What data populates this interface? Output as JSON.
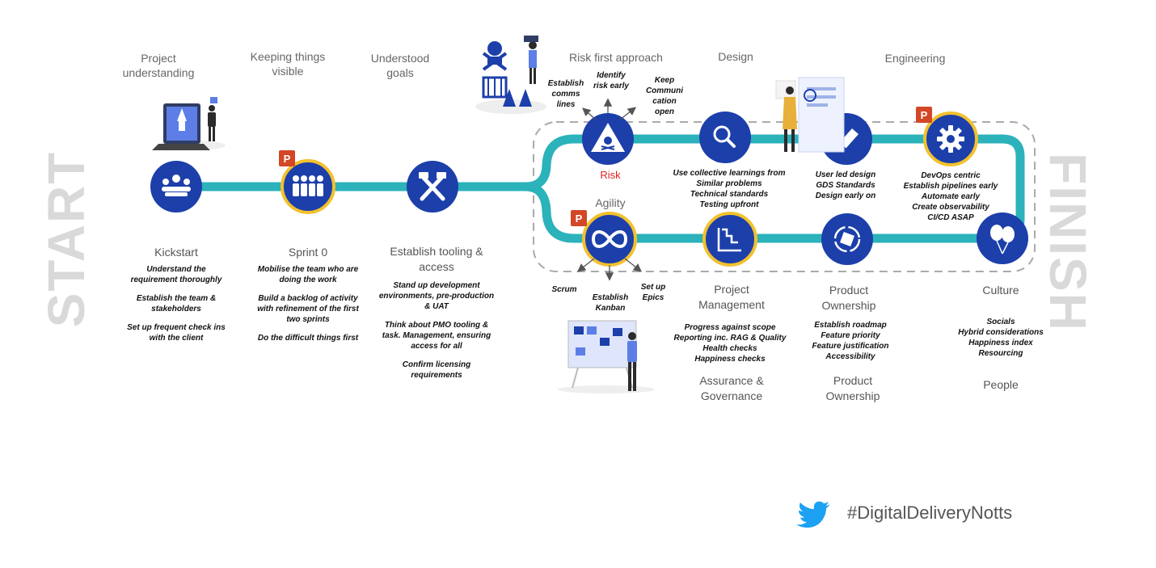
{
  "big": {
    "start": "START",
    "finish": "FINISH"
  },
  "top_headings": {
    "project_understanding": [
      "Project",
      "understanding"
    ],
    "keeping_visible": [
      "Keeping things",
      "visible"
    ],
    "understood_goals": [
      "Understood",
      "goals"
    ],
    "risk_first": "Risk first approach",
    "design": "Design",
    "engineering": "Engineering"
  },
  "stages": {
    "kickstart": {
      "title": "Kickstart",
      "notes": [
        [
          "Understand the",
          "requirement thoroughly"
        ],
        [
          "Establish the team &",
          "stakeholders"
        ],
        [
          "Set up frequent  check ins",
          "with the client"
        ]
      ]
    },
    "sprint0": {
      "title": "Sprint 0",
      "notes": [
        [
          "Mobilise the team  who are",
          "doing the work"
        ],
        [
          "Build a backlog of activity",
          "with refinement of the first",
          "two sprints"
        ],
        [
          "Do the difficult things first"
        ]
      ]
    },
    "tooling": {
      "title": [
        "Establish tooling &",
        "access"
      ],
      "notes": [
        [
          "Stand up development",
          "environments, pre-production",
          "& UAT"
        ],
        [
          "Think about PMO tooling &",
          "task. Management, ensuring",
          "access for all"
        ],
        [
          "Confirm licensing",
          "requirements"
        ]
      ]
    }
  },
  "risk": {
    "label": "Risk",
    "arrows": {
      "left": [
        "Establish",
        "comms",
        "lines"
      ],
      "mid": [
        "Identify",
        "risk early"
      ],
      "right": [
        "Keep",
        "Communi",
        "cation",
        "open"
      ]
    }
  },
  "design_notes": [
    "Use collective learnings from",
    "Similar problems",
    "Technical standards",
    "Testing upfront"
  ],
  "user_led_notes": [
    "User led design",
    "GDS Standards",
    "Design early on"
  ],
  "devops_notes": [
    "DevOps centric",
    "Establish pipelines early",
    "Automate early",
    "Create observability",
    "CI/CD ASAP"
  ],
  "agility": {
    "label": "Agility",
    "arrows": {
      "left": "Scrum",
      "mid": [
        "Establish",
        "Kanban"
      ],
      "right": [
        "Set up",
        "Epics"
      ]
    }
  },
  "project_management": {
    "title": [
      "Project",
      "Management"
    ],
    "notes": [
      "Progress against scope",
      "Reporting inc. RAG & Quality",
      "Health checks",
      "Happiness checks"
    ],
    "subtitle": [
      "Assurance &",
      "Governance"
    ]
  },
  "product_ownership": {
    "title": [
      "Product",
      "Ownership"
    ],
    "notes": [
      "Establish roadmap",
      "Feature priority",
      "Feature justification",
      "Accessibility"
    ],
    "subtitle": [
      "Product",
      "Ownership"
    ]
  },
  "culture": {
    "title": "Culture",
    "notes": [
      "Socials",
      "Hybrid considerations",
      "Happiness index",
      "Resourcing"
    ],
    "subtitle": "People"
  },
  "hashtag": "#DigitalDeliveryNotts",
  "colors": {
    "track": "#2bb2bb",
    "node": "#1c3faa",
    "ring": "#f2c12e",
    "risk": "#e02020",
    "ghost": "#d9d9d9",
    "twitter": "#1da1f2"
  },
  "icons": {
    "kickstart": "meeting-icon",
    "sprint0": "team-icon",
    "tooling": "tools-icon",
    "risk": "hazard-icon",
    "design": "search-icon",
    "user_led": "pencil-icon",
    "devops": "gear-icon",
    "agility": "infinity-icon",
    "project_management": "chart-icon",
    "product_ownership": "cycle-box-icon",
    "culture": "balloons-icon"
  }
}
